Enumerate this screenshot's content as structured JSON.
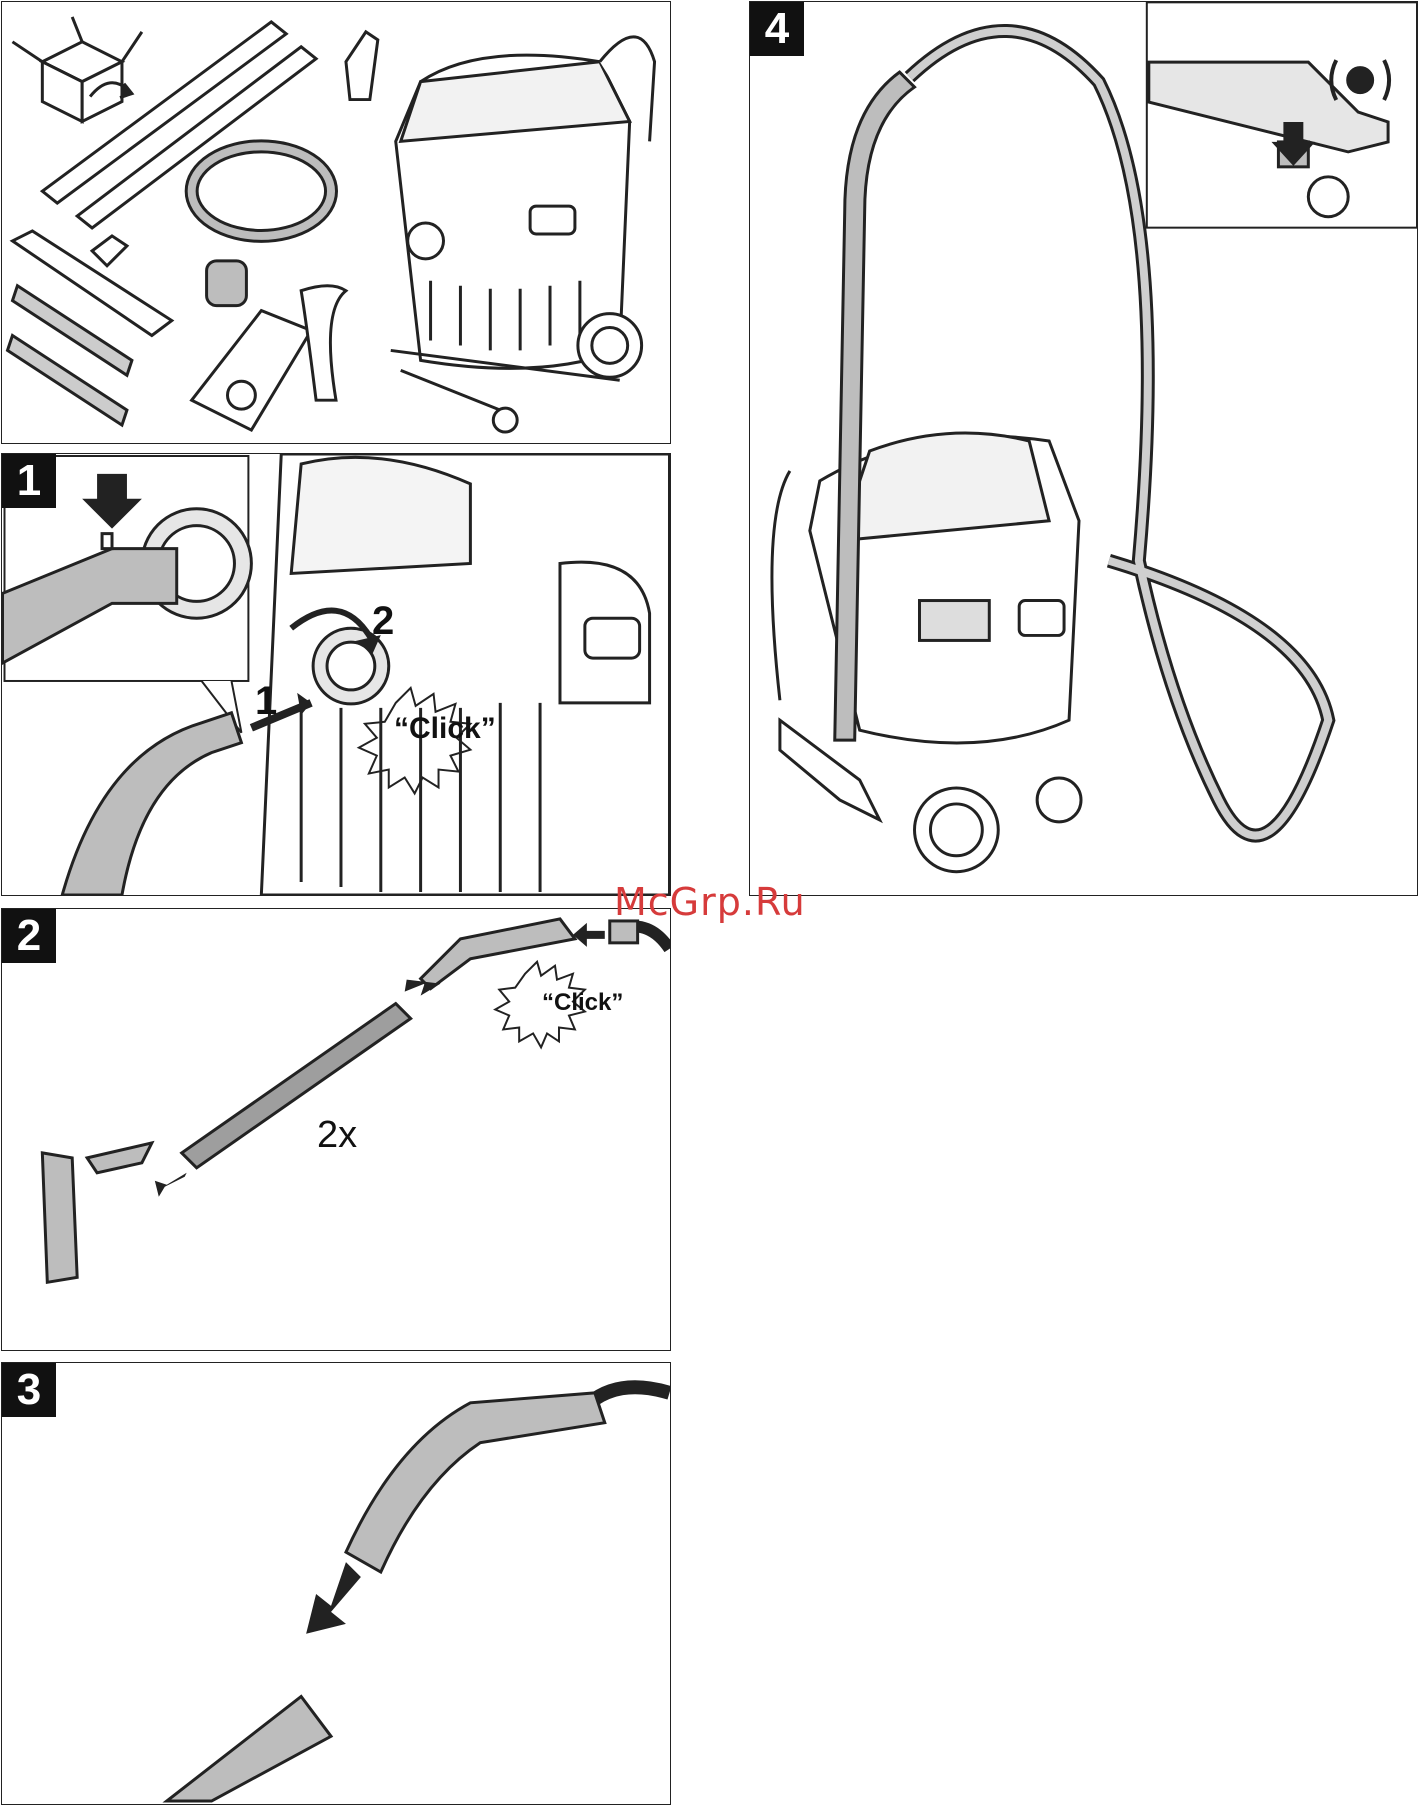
{
  "watermark": "McGrp.Ru",
  "panels": {
    "unpack": {
      "label": ""
    },
    "step1": {
      "number": "1",
      "callout_1": "1",
      "callout_2": "2",
      "click": "“Click”"
    },
    "step2": {
      "number": "2",
      "count": "2x",
      "click": "“Click”"
    },
    "step3": {
      "number": "3"
    },
    "step4": {
      "number": "4"
    }
  },
  "colors": {
    "line": "#222222",
    "fill_grey": "#bdbdbd",
    "fill_light": "#e6e6e6",
    "badge": "#111111",
    "watermark": "#d63b3b"
  },
  "icons": [
    "unpack-box-icon",
    "click-burst-icon",
    "audible-click-icon",
    "arrow-down-icon"
  ]
}
